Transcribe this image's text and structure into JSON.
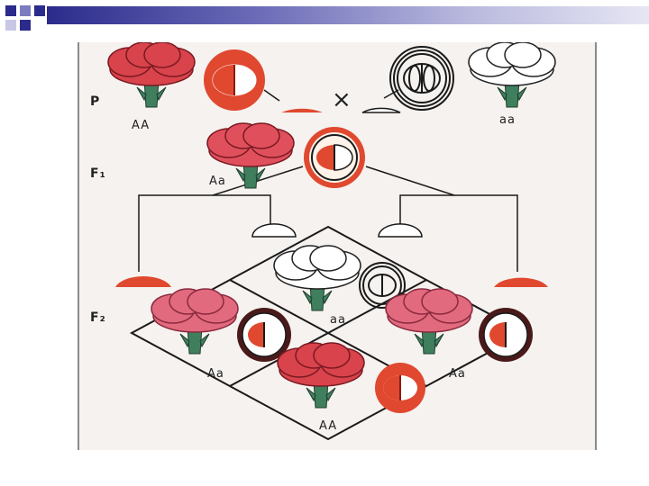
{
  "labels": {
    "parent_gen": "P",
    "f1_gen": "F₁",
    "f2_gen": "F₂",
    "cross_symbol": "×",
    "p_red": "AA",
    "p_white": "aa",
    "f1": "Aa",
    "f2_top": "aa",
    "f2_left": "Aa",
    "f2_right": "Aa",
    "f2_bottom": "AA"
  },
  "colors": {
    "red_flower": "#d9434c",
    "pink_flower": "#e26a7e",
    "stem": "#3f7f5e",
    "gamete_red": "#e0492f",
    "title_bar": "#2b2b8c"
  },
  "icons": [
    "red-carnation-icon",
    "white-carnation-icon",
    "pink-carnation-icon",
    "cell-icon",
    "gamete-icon"
  ]
}
